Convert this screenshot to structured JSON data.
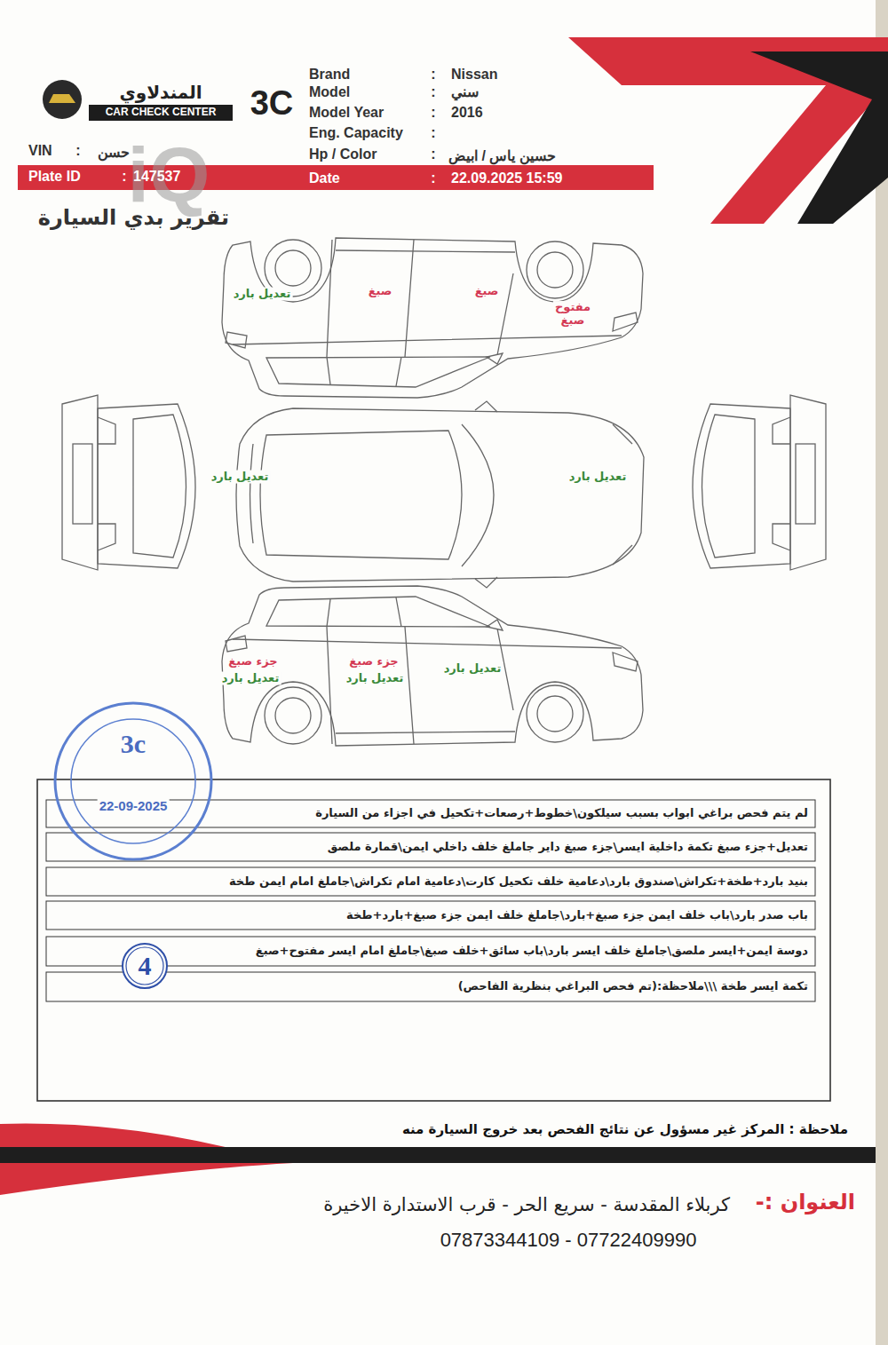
{
  "diagram": {
    "title": "تقرير بدي السيارة",
    "nodes": [
      {
        "text": [
          "3c",
          "22-09-2025"
        ]
      },
      {
        "text": [
          "4"
        ]
      }
    ],
    "labels": [
      "iQ",
      "المندلاوي",
      "CAR CHECK CENTER",
      "3C",
      "Brand",
      ":",
      "Nissan",
      "Model",
      ":",
      "سني",
      "Model Year",
      ":",
      "2016",
      "Eng. Capacity",
      ":",
      "VIN",
      ":",
      "حسن",
      "Hp / Color",
      ":",
      "حسين ياس / ابيض",
      "Plate ID",
      ":",
      "147537",
      "Date",
      ":",
      "22.09.2025 15:59",
      "تعديل بارد",
      "صبغ",
      "صبغ",
      "مفتوح صبغ",
      "تعديل بارد",
      "تعديل بارد",
      "جزء صبغ",
      "تعديل بارد",
      "جزء صبغ",
      "تعديل بارد",
      "تعديل بارد",
      "لم يتم فحص براغي ابواب بسبب سيلكون\\خطوط+رصعات+تكحيل في اجزاء من السيارة",
      "تعديل+جزء صبغ تكمة داخلية ايسر\\جزء صبغ داير جاملغ خلف داخلي ايمن\\قمارة ملصق",
      "بنيد بارد+طخة+تكراش\\صندوق بارد\\دعامية خلف تكحيل كارت\\دعامية امام تكراش\\جاملغ امام ايمن طخة",
      "باب صدر بارد\\باب خلف ايمن جزء صبغ+بارد\\جاملغ خلف ايمن جزء صبغ+بارد+طخة",
      "دوسة ايمن+ايسر ملصق\\جاملغ خلف ايسر بارد\\باب سائق+خلف صبغ\\جاملغ امام ايسر مفتوح+صبغ",
      "تكمة ايسر طخة \\\\\\ملاحظة:(تم فحص البراغي بنظرية الفاحص)",
      "ملاحظة : المركز غير مسؤول عن نتائج الفحص بعد خروج السيارة منه",
      "العنوان :-",
      "كربلاء المقدسة - سريع الحر - قرب الاستدارة الاخيرة",
      "07873344109 - 07722409990"
    ]
  }
}
